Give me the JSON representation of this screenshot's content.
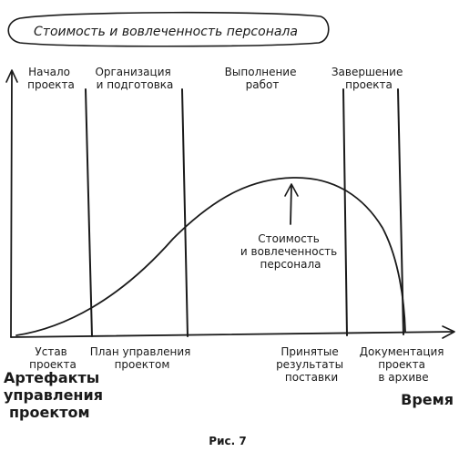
{
  "title": "Стоимость и вовлеченность персонала",
  "phases": [
    [
      "Начало",
      "проекта"
    ],
    [
      "Организация",
      "и подготовка"
    ],
    [
      "Выполнение",
      "работ"
    ],
    [
      "Завершение",
      "проекта"
    ]
  ],
  "artifacts": [
    [
      "Устав",
      "проекта"
    ],
    [
      "План управления",
      "проектом"
    ],
    [
      "Принятые",
      "результаты",
      "поставки"
    ],
    [
      "Документация",
      "проекта",
      "в архиве"
    ]
  ],
  "curve_label": [
    "Стоимость",
    "и вовлеченность",
    "персонала"
  ],
  "y_axis_label": [
    "Артефакты",
    "управления",
    "проектом"
  ],
  "x_axis_label": "Время",
  "caption": "Рис. 7"
}
